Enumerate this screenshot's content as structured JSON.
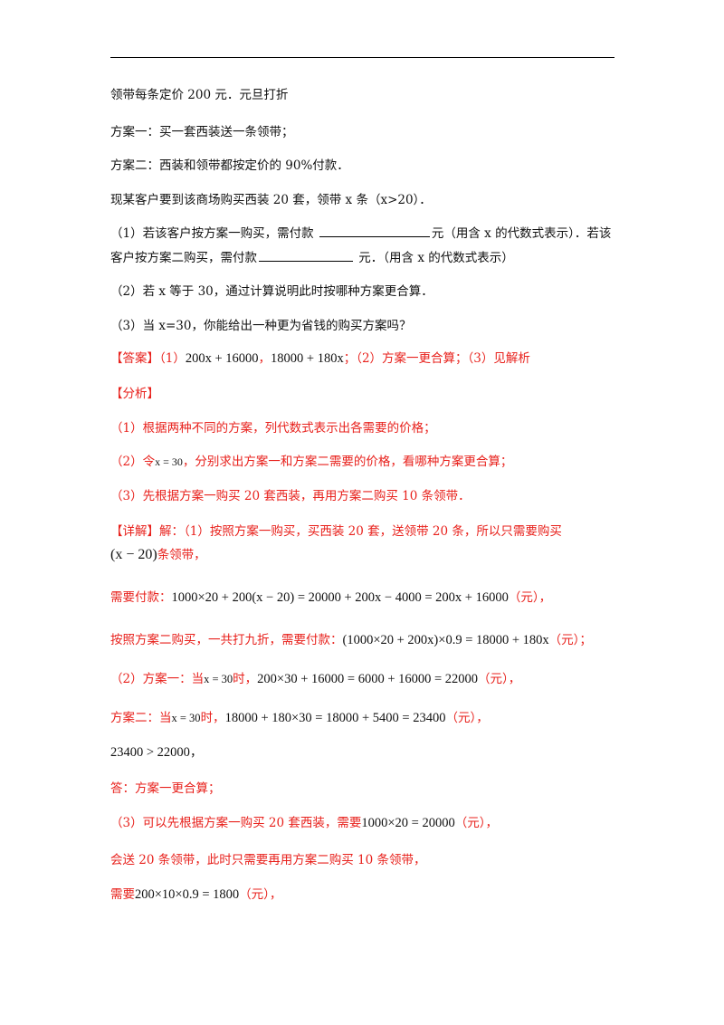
{
  "lines": [
    {
      "text": "领带每条定价 200 元．元旦打折"
    },
    {
      "text": "方案一：买一套西装送一条领带；"
    },
    {
      "text": "方案二：西装和领带都按定价的 90%付款．"
    },
    {
      "text": "现某客户要到该商场购买西装 20 套，领带 x 条（x>20）．"
    },
    {
      "q1_part1": "（1）若该客户按方案一购买，需付款 ",
      "q1_part2": "元（用含 x 的代数式表示）．若该"
    },
    {
      "q1b_part1": "客户按方案二购买，需付款",
      "q1b_part2": " 元．（用含 x 的代数式表示）"
    },
    {
      "text": "（2）若 x 等于 30，通过计算说明此时按哪种方案更合算．"
    },
    {
      "text": "（3）当 x=30，你能给出一种更为省钱的购买方案吗？"
    }
  ],
  "answer": {
    "label": "【答案】",
    "t1": "（1）",
    "m1": "200x + 16000",
    "t2": "，",
    "m2": "18000 + 180x",
    "t3": "；（2）方案一更合算；（3）见解析"
  },
  "analysis": {
    "label": "【分析】",
    "p1": "（1）根据两种不同的方案，列代数式表示出各需要的价格；",
    "p2a": "（2）令",
    "p2m": "x = 30",
    "p2b": "，分别求出方案一和方案二需要的价格，看哪种方案更合算；",
    "p3": "（3）先根据方案一购买 20 套西装，再用方案二购买 10 条领带．"
  },
  "detail": {
    "label": "【详解】",
    "l1": "解：（1）按照方案一购买，买西装 20 套，送领带 20 条，所以只需要购买",
    "l2m": "(x − 20)",
    "l2t": "条领带，",
    "l3t": "需要付款：",
    "l3m": "1000×20 + 200(x − 20) = 20000 + 200x − 4000 = 200x + 16000",
    "l3u": "（元），",
    "l4t": "按照方案二购买，一共打九折，需要付款：",
    "l4m": "(1000×20 + 200x)×0.9 = 18000 + 180x",
    "l4u": "（元）；",
    "l5a": "（2）方案一：当",
    "l5m1": "x = 30",
    "l5b": "时，",
    "l5m2": "200×30 + 16000 = 6000 + 16000 = 22000",
    "l5u": "（元），",
    "l6a": "方案二：当",
    "l6m1": "x = 30",
    "l6b": "时，",
    "l6m2": "18000 + 180×30 = 18000 + 5400 = 23400",
    "l6u": "（元），",
    "l7m": "23400 > 22000",
    "l7t": "，",
    "l8": "答：方案一更合算；",
    "l9a": "（3）可以先根据方案一购买 20 套西装，需要",
    "l9m": "1000×20 = 20000",
    "l9u": "（元），",
    "l10": "会送 20 条领带，此时只需要再用方案二购买 10 条领带，",
    "l11a": "需要",
    "l11m": "200×10×0.9 = 1800",
    "l11u": "（元），"
  }
}
